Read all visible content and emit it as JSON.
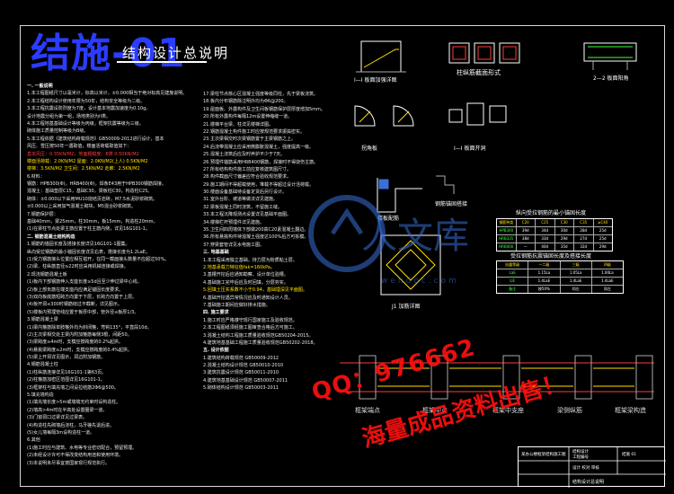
{
  "drawing": {
    "big_title": "结施-01",
    "sub_title": "结构设计总说明"
  },
  "col1": {
    "lines": [
      {
        "t": "一.  一般说明",
        "k": "h"
      },
      {
        "t": "1.本工程图纸尺寸以毫米计，标高以米计，±0.000相当于绝对标高见建施说明。",
        "k": ""
      },
      {
        "t": "2.本工程结构设计使用年限为50年，结构安全等级为二级。",
        "k": ""
      },
      {
        "t": "3.本工程抗震设防烈度为7度，设计基本地震加速度为0.10g。",
        "k": ""
      },
      {
        "t": "  设计地震分组为第一组，场地类别为II类。",
        "k": ""
      },
      {
        "t": "4.本工程地基基础设计等级为丙级，框架抗震等级为三级。",
        "k": ""
      },
      {
        "t": "  砌体施工质量控制等级为B级。",
        "k": ""
      },
      {
        "t": "5.本工程依据《建筑结构荷载规范》GB50009-2012进行设计，基本",
        "k": ""
      },
      {
        "t": "  风压、雪压按50年一遇取值，楼面活荷载取值如下：",
        "k": ""
      },
      {
        "t": "  基本风压：0.35KN/M2，地面粗糙度：B类  0.50KN/M2",
        "k": "r"
      },
      {
        "t": "  楼面活荷载：2.0KN/M2  屋面：2.0KN/M2(上人)  0.5KN/M2",
        "k": "y"
      },
      {
        "t": "  楼梯：3.5KN/M2  卫生间：2.5KN/M2  走廊：2.5KN/M2",
        "k": "y"
      },
      {
        "t": "6.材料：",
        "k": ""
      },
      {
        "t": "  钢筋：HPB300(Φ)，HRB400(Φ)，焊条E43用于HPB300钢筋焊接。",
        "k": ""
      },
      {
        "t": "  混凝土：基础垫层C15，基础C30，梁板柱C30，构造柱C25。",
        "k": ""
      },
      {
        "t": "  砌体：±0.000以下采用MU10烧结页岩砖，M7.5水泥砂浆砌筑。",
        "k": ""
      },
      {
        "t": "  ±0.000以上采用加气混凝土砌块，M5混合砂浆砌筑。",
        "k": ""
      },
      {
        "t": "7.钢筋保护层：",
        "k": ""
      },
      {
        "t": "  基础40mm，梁25mm，柱30mm，板15mm，构造柱20mm。",
        "k": ""
      },
      {
        "t": "  (1)在梁柱节点处梁主筋应置于柱主筋内侧，详见16G101-1。",
        "k": ""
      },
      {
        "t": "二.  钢筋混凝土结构构造",
        "k": "h"
      },
      {
        "t": "1.钢筋的锚固长度及搭接长度详见16G101-1图集。",
        "k": ""
      },
      {
        "t": "  纵向受拉钢筋的最小锚固长度详见右表，搭接长度为1.2LaE。",
        "k": ""
      },
      {
        "t": "  (1)受力钢筋接头位置应相互错开，在同一截面接头数量不应超过50%。",
        "k": ""
      },
      {
        "t": "  (2)梁、柱纵筋直径≥22时应采用机械连接或焊接。",
        "k": ""
      },
      {
        "t": "2.现浇钢筋混凝土板",
        "k": ""
      },
      {
        "t": "  (1)板内下部钢筋伸入支座长度≥5d且至少伸过梁中心线。",
        "k": ""
      },
      {
        "t": "  (2)板上部负筋在端支座内应满足锚固长度要求。",
        "k": ""
      },
      {
        "t": "  (3)双向板底筋短跨方向置于下层，长跨方向置于上层。",
        "k": ""
      },
      {
        "t": "  (4)板开洞≤300时钢筋绕过不截断，详见图示。",
        "k": ""
      },
      {
        "t": "  (5)楼板内预埋管线应置于板厚中部，管外径≤板厚1/3。",
        "k": ""
      },
      {
        "t": "3.钢筋混凝土梁",
        "k": ""
      },
      {
        "t": "  (1)梁内箍筋除单肢箍外均为封闭箍，弯钩135°，平直段10d。",
        "k": ""
      },
      {
        "t": "  (2)主次梁相交处主梁内附加箍筋每侧3根，间距50。",
        "k": ""
      },
      {
        "t": "  (3)梁跨度≥4m时，支模应按跨度的0.2%起拱。",
        "k": ""
      },
      {
        "t": "  (4)悬挑梁跨度≥2m时，支模应按跨度的0.4%起拱。",
        "k": ""
      },
      {
        "t": "  (5)梁上开洞详见图示，洞边附加钢筋。",
        "k": ""
      },
      {
        "t": "4.钢筋混凝土柱",
        "k": ""
      },
      {
        "t": "  (1)柱纵筋连接详见16G101-1第63页。",
        "k": ""
      },
      {
        "t": "  (2)柱箍筋加密区范围详见16G101-1。",
        "k": ""
      },
      {
        "t": "  (3)框架柱与填充墙之间设拉结筋2Φ6@500。",
        "k": ""
      },
      {
        "t": "5.填充墙构造",
        "k": ""
      },
      {
        "t": "  (1)填充墙长度>5m或墙端无约束时设构造柱。",
        "k": ""
      },
      {
        "t": "  (2)墙高>4m时在半高处设置圈梁一道。",
        "k": ""
      },
      {
        "t": "  (3)门窗洞口过梁详见过梁表。",
        "k": ""
      },
      {
        "t": "  (4)构造柱先砌墙后浇柱，马牙槎先退后进。",
        "k": ""
      },
      {
        "t": "  (5)女儿墙每隔3m设构造柱一道。",
        "k": ""
      },
      {
        "t": "6.其他",
        "k": ""
      },
      {
        "t": "  (1)施工时应与建筑、水电等专业密切配合，预留预埋。",
        "k": ""
      },
      {
        "t": "  (2)未经设计许可不得改变结构用途和使用环境。",
        "k": ""
      },
      {
        "t": "  (3)本说明未尽事宜按国家现行规范执行。",
        "k": ""
      }
    ]
  },
  "col2": {
    "lines": [
      {
        "t": "17.梁柱节点核心区混凝土强度等级同柱，先于梁板浇筑。",
        "k": ""
      },
      {
        "t": "18.板内分布钢筋除注明外均为Φ6@200。",
        "k": ""
      },
      {
        "t": "19.屋面板、外露构件及卫生间板钢筋保护层厚度增加5mm。",
        "k": ""
      },
      {
        "t": "20.所有外露构件每隔12m设置伸缩缝一道。",
        "k": ""
      },
      {
        "t": "21.楼梯平台梁、柱详见楼梯详图。",
        "k": ""
      },
      {
        "t": "22.钢筋混凝土构件施工时应按规范要求振捣密实。",
        "k": ""
      },
      {
        "t": "23.主次梁相交时次梁钢筋置于主梁钢筋之上。",
        "k": ""
      },
      {
        "t": "24.后浇带混凝土应采用微膨胀混凝土，强度提高一级。",
        "k": ""
      },
      {
        "t": "25.混凝土浇筑后应及时养护不少于7天。",
        "k": ""
      },
      {
        "t": "26.预埋件锚筋采用HRB400钢筋，焊接时不得烧伤主筋。",
        "k": ""
      },
      {
        "t": "27.所有结构构件施工前应复核建筑图尺寸。",
        "k": ""
      },
      {
        "t": "28.构件截面尺寸偏差应符合验收规范要求。",
        "k": ""
      },
      {
        "t": "29.施工期间不得超载使用，堆载不得超过设计活荷载。",
        "k": ""
      },
      {
        "t": "30.楼面设备基础待设备定货后另行设计。",
        "k": ""
      },
      {
        "t": "31.室外台阶、坡道等做法详见建施。",
        "k": ""
      },
      {
        "t": "32.梁板混凝土同时浇筑，不留施工缝。",
        "k": ""
      },
      {
        "t": "33.本工程沉降观测点设置详见基础平面图。",
        "k": ""
      },
      {
        "t": "34.楼梯栏杆预埋件详见建施。",
        "k": ""
      },
      {
        "t": "35.卫生间四周墙体下部做200高C20素混凝土翻边。",
        "k": ""
      },
      {
        "t": "36.所有悬挑构件待混凝土强度达100%后方可拆模。",
        "k": ""
      },
      {
        "t": "37.穿梁套管详见水电施工图。",
        "k": ""
      },
      {
        "t": "三.  地基基础",
        "k": "h"
      },
      {
        "t": "1.本工程采用独立基础，持力层为粉质粘土层。",
        "k": ""
      },
      {
        "t": "2.地基承载力特征值fak=160kPa。",
        "k": "y"
      },
      {
        "t": "3.基槽开挖后应通知勘察、设计单位验槽。",
        "k": ""
      },
      {
        "t": "4.基础施工完毕后应及时回填，分层夯实。",
        "k": ""
      },
      {
        "t": "5.回填土压实系数不小于0.94，基础埋深见平面图。",
        "k": "y"
      },
      {
        "t": "6.基础开挖遇异常情况应及时通知设计人员。",
        "k": ""
      },
      {
        "t": "7.基础施工期间应做好排水措施。",
        "k": ""
      },
      {
        "t": "四.  施工要求",
        "k": "h"
      },
      {
        "t": "1.施工时应严格遵守现行国家施工及验收规范。",
        "k": ""
      },
      {
        "t": "2.本工程图纸须经施工图审查合格后方可施工。",
        "k": ""
      },
      {
        "t": "3.混凝土结构工程施工质量验收规范GB50204-2015。",
        "k": ""
      },
      {
        "t": "4.建筑地基基础工程施工质量验收规范GB50202-2018。",
        "k": ""
      },
      {
        "t": "五.  设计依据",
        "k": "h"
      },
      {
        "t": "1.建筑结构荷载规范 GB50009-2012",
        "k": ""
      },
      {
        "t": "2.混凝土结构设计规范 GB50010-2010",
        "k": ""
      },
      {
        "t": "3.建筑抗震设计规范 GB50011-2010",
        "k": ""
      },
      {
        "t": "4.建筑地基基础设计规范 GB50007-2011",
        "k": ""
      },
      {
        "t": "5.砌体结构设计规范 GB50003-2011",
        "k": ""
      }
    ]
  },
  "details": {
    "d1": "I—I 板面加强详图",
    "d2": "柱纵筋截面形式",
    "d3": "2—2 板面阳角",
    "d4": "拐角板",
    "d5": "I—I 板面开洞",
    "d6": "楼板配筋",
    "d7": "J1 加筋详图",
    "d8": "钢筋锚固搭接",
    "t1_title": "纵向受拉钢筋的最小锚固长度",
    "t2_title": "受拉钢筋抗震锚固长度及搭接长度",
    "beam1": "框架端点",
    "beam2": "框架中点",
    "beam3": "框架中支座",
    "beam4": "梁侧纵筋",
    "beam5": "框架梁构造"
  },
  "table1": {
    "rows": [
      [
        "钢筋种类",
        "C20",
        "C25",
        "C30",
        "C35",
        "≥C40"
      ],
      [
        "HPB300",
        "39d",
        "34d",
        "30d",
        "28d",
        "25d"
      ],
      [
        "HRB335",
        "38d",
        "33d",
        "29d",
        "27d",
        "25d"
      ],
      [
        "HRB400",
        "—",
        "40d",
        "35d",
        "32d",
        "29d"
      ]
    ]
  },
  "table2": {
    "rows": [
      [
        "抗震等级",
        "一二级",
        "三级",
        "四级"
      ],
      [
        "LaE",
        "1.15La",
        "1.05La",
        "1.00La"
      ],
      [
        "LlE",
        "1.4LaE",
        "1.4LaE",
        "1.4LaE"
      ],
      [
        "备注",
        "按50%",
        "同左",
        "同左"
      ]
    ]
  },
  "title_block": {
    "c1": "某办公楼框架结构施工图",
    "c2": "结构设计",
    "c3": "结施  01",
    "c4": "结构设计总说明",
    "c5": "工程编号",
    "c6": "设计  校对  审核"
  },
  "watermark": {
    "logo_text": "人文库",
    "logo_sub": "wendoc.com",
    "qq": "QQ：976662",
    "sale": "海量成品资料出售！"
  }
}
